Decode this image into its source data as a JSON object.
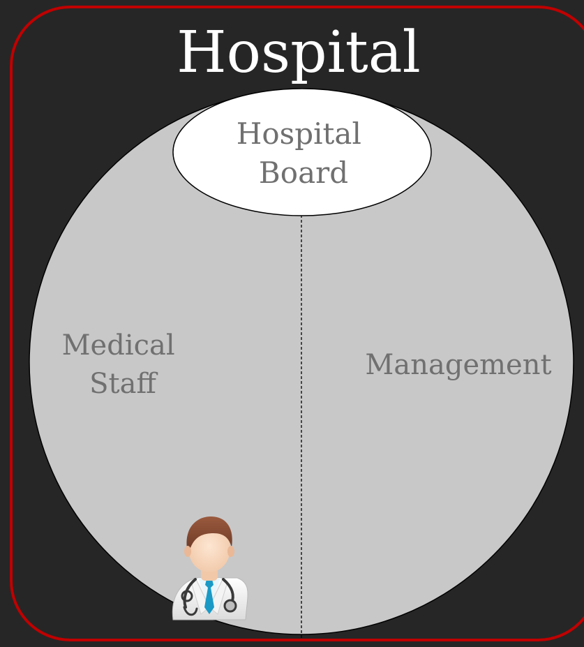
{
  "diagram": {
    "title": "Hospital",
    "board_label": [
      "Hospital",
      "Board"
    ],
    "left_region_label": [
      "Medical",
      "Staff"
    ],
    "right_region_label": "Management",
    "icon": "doctor-icon"
  },
  "colors": {
    "background": "#262626",
    "frame_border": "#c00000",
    "circle_fill": "#c8c8c8",
    "board_fill": "#ffffff",
    "region_text": "#707070",
    "title_text": "#ffffff",
    "divider": "#000000"
  }
}
